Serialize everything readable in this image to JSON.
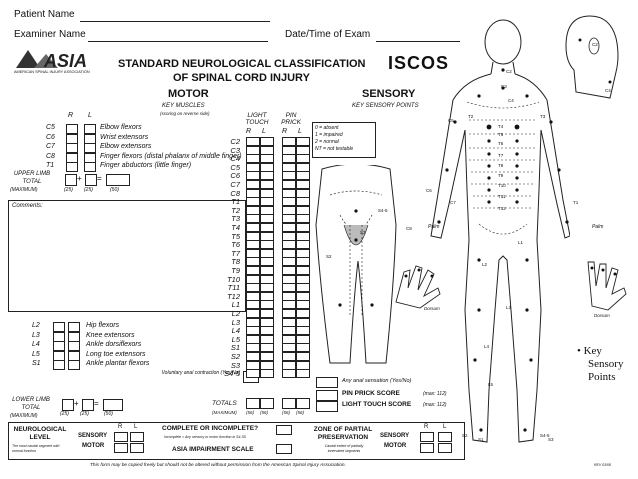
{
  "header": {
    "patient_name_label": "Patient Name",
    "examiner_name_label": "Examiner Name",
    "date_time_label": "Date/Time of Exam"
  },
  "logo": {
    "text": "ASIA",
    "subtitle": "AMERICAN SPINAL INJURY ASSOCIATION"
  },
  "title": {
    "line1": "STANDARD NEUROLOGICAL CLASSIFICATION",
    "line2": "OF SPINAL CORD INJURY"
  },
  "iscos_logo": "ISCOS",
  "motor": {
    "heading": "MOTOR",
    "subheading": "KEY MUSCLES",
    "scoring_note": "(scoring on reverse side)",
    "col_r": "R",
    "col_l": "L",
    "upper_muscles": [
      {
        "level": "C5",
        "name": "Elbow flexors"
      },
      {
        "level": "C6",
        "name": "Wrist extensors"
      },
      {
        "level": "C7",
        "name": "Elbow extensors"
      },
      {
        "level": "C8",
        "name": "Finger flexors (distal phalanx of middle finger)"
      },
      {
        "level": "T1",
        "name": "Finger abductors (little finger)"
      }
    ],
    "upper_limb_total_label": "UPPER LIMB TOTAL",
    "maximum_label": "(MAXIMUM)",
    "max_25a": "(25)",
    "max_25b": "(25)",
    "max_50": "(50)",
    "plus": "+",
    "equals": "=",
    "comments_label": "Comments:",
    "lower_muscles": [
      {
        "level": "L2",
        "name": "Hip flexors"
      },
      {
        "level": "L3",
        "name": "Knee extensors"
      },
      {
        "level": "L4",
        "name": "Ankle dorsiflexors"
      },
      {
        "level": "L5",
        "name": "Long toe extensors"
      },
      {
        "level": "S1",
        "name": "Ankle plantar flexors"
      }
    ],
    "voluntary_anal": "Voluntary anal contraction (Yes/No)",
    "lower_limb_total_label": "LOWER LIMB TOTAL",
    "lower_maximum_label": "(MAXIMUM)"
  },
  "sensory": {
    "heading": "SENSORY",
    "subheading": "KEY SENSORY POINTS",
    "light_touch": "LIGHT TOUCH",
    "pin_prick": "PIN PRICK",
    "col_r": "R",
    "col_l": "L",
    "legend": [
      "0 = absent",
      "1 = impaired",
      "2 = normal",
      "NT = not testable"
    ],
    "levels": [
      "C2",
      "C3",
      "C4",
      "C5",
      "C6",
      "C7",
      "C8",
      "T1",
      "T2",
      "T3",
      "T4",
      "T5",
      "T6",
      "T7",
      "T8",
      "T9",
      "T10",
      "T11",
      "T12",
      "L1",
      "L2",
      "L3",
      "L4",
      "L5",
      "S1",
      "S2",
      "S3",
      "S4-5"
    ],
    "any_anal": "Any anal sensation (Yes/No)",
    "pin_prick_score": "PIN PRICK SCORE",
    "light_touch_score": "LIGHT TOUCH SCORE",
    "max112a": "(max: 112)",
    "max112b": "(max: 112)",
    "totals_label": "TOTALS",
    "totals_maximum": "(MAXIMUM)",
    "totals_vals": [
      "(56)",
      "(56)",
      "(56)",
      "(56)"
    ],
    "motor_totals_vals": [
      "(25)",
      "(25)",
      "(50)"
    ]
  },
  "footer": {
    "neuro_level": "NEUROLOGICAL LEVEL",
    "neuro_note": "The most caudal segment with normal function",
    "sensory": "SENSORY",
    "motor": "MOTOR",
    "r": "R",
    "l": "L",
    "complete_q": "COMPLETE OR INCOMPLETE?",
    "incomplete_note": "Incomplete = Any sensory or motor function in S4-S5",
    "asia_scale": "ASIA IMPAIRMENT SCALE",
    "zone_partial": "ZONE OF PARTIAL PRESERVATION",
    "zone_note": "Caudal extent of partially innervated segments",
    "copy_note": "This form may be copied freely but should not be altered without permission from the American Spinal Injury Association.",
    "rev": "REV 03/08"
  },
  "diagram": {
    "palm": "Palm",
    "dorsum": "Dorsum",
    "key_line1": "• Key",
    "key_line2": "Sensory",
    "key_line3": "Points",
    "labels_front": [
      "C2",
      "C3",
      "C4",
      "T2",
      "T3",
      "T4",
      "T5",
      "T6",
      "T7",
      "T8",
      "T9",
      "T10",
      "T11",
      "T12",
      "C5",
      "C6",
      "C8",
      "C7",
      "T1",
      "L1",
      "L2",
      "L3",
      "L4",
      "L5",
      "S1",
      "S2",
      "S3",
      "S4-5"
    ]
  }
}
